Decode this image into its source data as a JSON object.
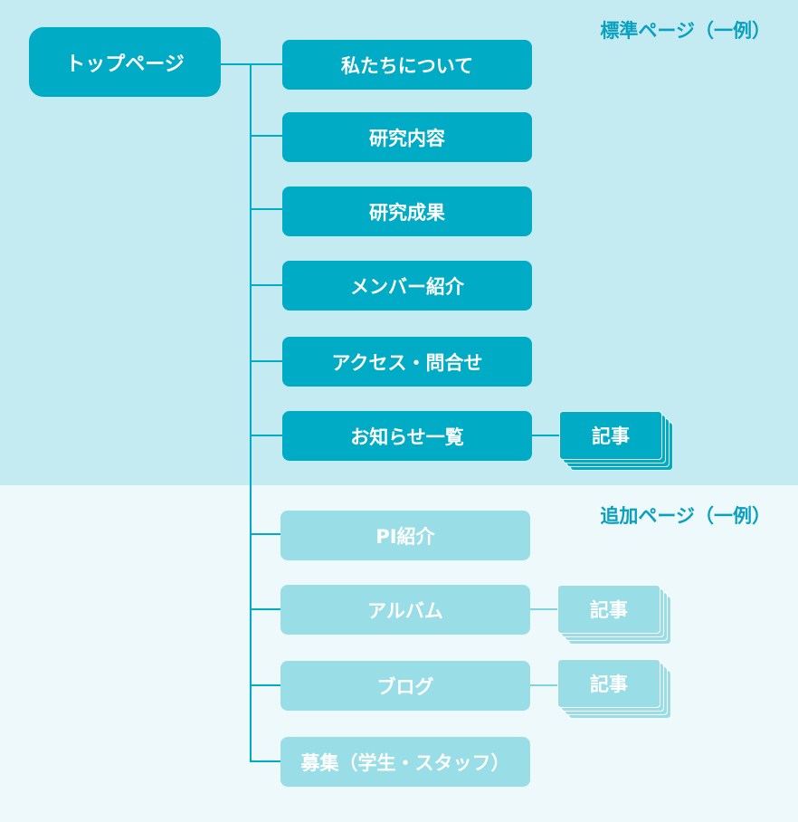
{
  "sections": {
    "standard_label": "標準ページ（一例）",
    "extra_label": "追加ページ（一例）"
  },
  "top_page": "トップページ",
  "standard_pages": [
    "私たちについて",
    "研究内容",
    "研究成果",
    "メンバー紹介",
    "アクセス・問合せ",
    "お知らせ一覧"
  ],
  "extra_pages": [
    "PI紹介",
    "アルバム",
    "ブログ",
    "募集（学生・スタッフ）"
  ],
  "article_label": "記事",
  "colors": {
    "standard_bg": "#c5ebf2",
    "extra_bg": "#eef9fb",
    "standard_node": "#00abc6",
    "extra_node": "#99dde7",
    "label_text": "#0aa0bf"
  }
}
